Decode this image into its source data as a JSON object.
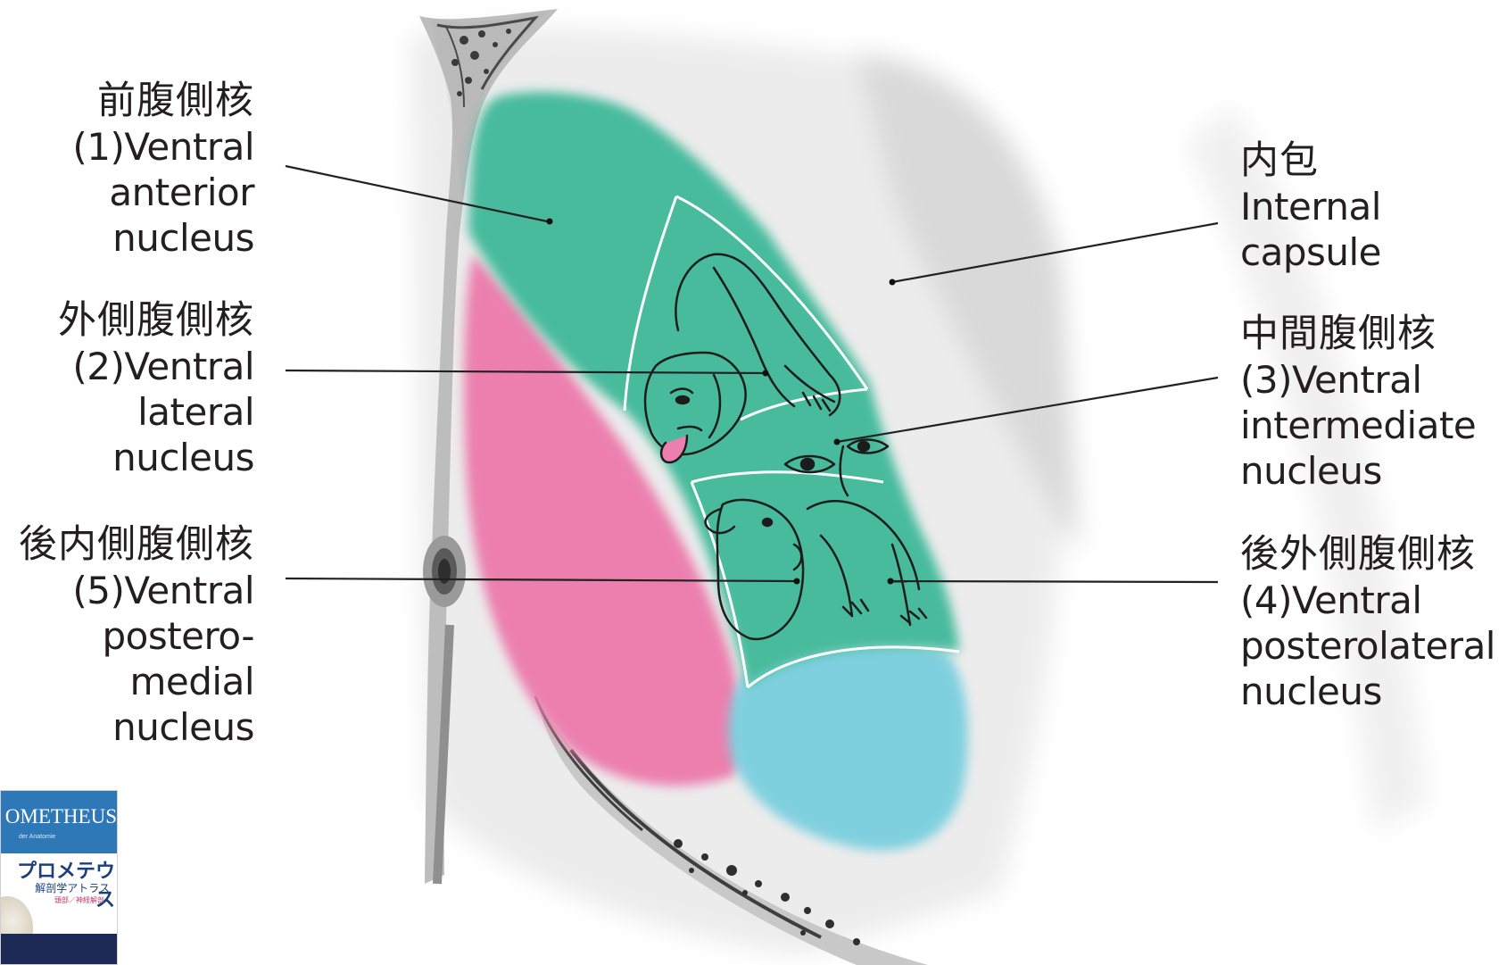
{
  "labels": {
    "va": {
      "jp": "前腹側核",
      "en": [
        "(1)Ventral",
        "anterior",
        "nucleus"
      ]
    },
    "vl": {
      "jp": "外側腹側核",
      "en": [
        "(2)Ventral",
        "lateral",
        "nucleus"
      ]
    },
    "vpm": {
      "jp": "後内側腹側核",
      "en": [
        "(5)Ventral",
        "postero-",
        "medial",
        "nucleus"
      ]
    },
    "ic": {
      "jp": "内包",
      "en": [
        "Internal",
        "capsule"
      ]
    },
    "vim": {
      "jp": "中間腹側核",
      "en": [
        "(3)Ventral",
        "intermediate",
        "nucleus"
      ]
    },
    "vpl": {
      "jp": "後外側腹側核",
      "en": [
        "(4)Ventral",
        "posterolateral",
        "nucleus"
      ]
    }
  },
  "book_cover": {
    "title": "OMETHEUS",
    "subtitle": "der Anatomie",
    "jp_title": "プロメテウス",
    "jp_subtitle": "解剖学アトラス",
    "jp_volume": "頭部／神経解剖"
  },
  "colors": {
    "nucleus_green": "#46bb9c",
    "nucleus_pink": "#ec7fad",
    "nucleus_blue": "#7fd0df",
    "background_gray": "#d8d8d8",
    "structure_dark": "#505050",
    "leader_line": "#222222"
  }
}
